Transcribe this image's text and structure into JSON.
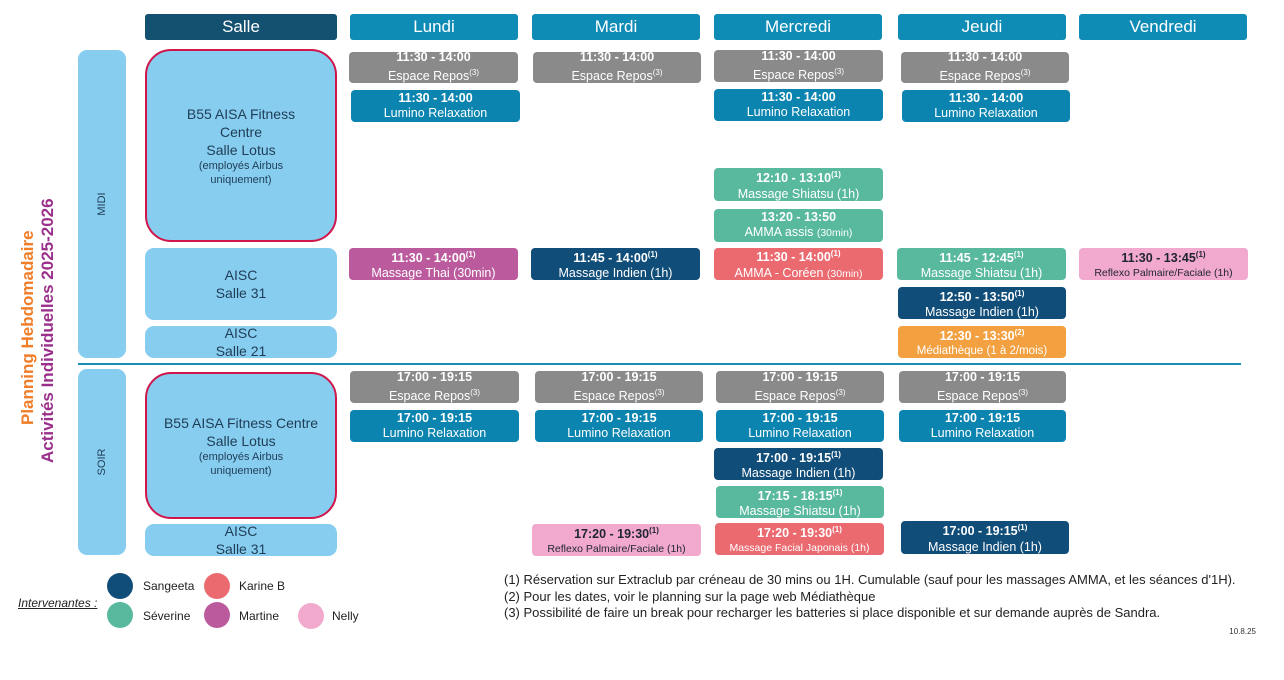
{
  "title": {
    "line1": "Planning Hebdomadaire",
    "line2": "Activités Individuelles 2025-2026",
    "color1": "#f07d27",
    "color2": "#9a2f8c"
  },
  "headers": {
    "salle": "Salle",
    "days": [
      "Lundi",
      "Mardi",
      "Mercredi",
      "Jeudi",
      "Vendredi"
    ]
  },
  "periods": {
    "midi": "MIDI",
    "soir": "SOIR"
  },
  "rooms": {
    "b55_midi": {
      "line1": "B55 AISA Fitness",
      "line2": "Centre",
      "line3": "Salle Lotus",
      "note": "(employés Airbus uniquement)"
    },
    "aisc31_midi": {
      "line1": "AISC",
      "line2": "Salle 31"
    },
    "aisc21": {
      "line1": "AISC",
      "line2": "Salle 21"
    },
    "b55_soir": {
      "line1": "B55 AISA Fitness Centre",
      "line2": "Salle Lotus",
      "note": "(employés Airbus uniquement)"
    },
    "aisc31_soir": {
      "line1": "AISC",
      "line2": "Salle 31"
    }
  },
  "sessions": {
    "lun_repos_m": {
      "time": "11:30 - 14:00",
      "sup": "",
      "name": "Espace Repos",
      "name_sup": "(3)"
    },
    "lun_lumino_m": {
      "time": "11:30 - 14:00",
      "sup": "",
      "name": "Lumino Relaxation",
      "name_sup": ""
    },
    "lun_thai": {
      "time": "11:30 - 14:00",
      "sup": "(1)",
      "name": "Massage Thai (30min)",
      "name_sup": ""
    },
    "lun_repos_s": {
      "time": "17:00 - 19:15",
      "sup": "",
      "name": "Espace Repos",
      "name_sup": "(3)"
    },
    "lun_lumino_s": {
      "time": "17:00 - 19:15",
      "sup": "",
      "name": "Lumino Relaxation",
      "name_sup": ""
    },
    "mar_repos_m": {
      "time": "11:30 - 14:00",
      "sup": "",
      "name": "Espace Repos",
      "name_sup": "(3)"
    },
    "mar_indien_m": {
      "time": "11:45 - 14:00",
      "sup": "(1)",
      "name": "Massage Indien (1h)",
      "name_sup": ""
    },
    "mar_repos_s": {
      "time": "17:00 - 19:15",
      "sup": "",
      "name": "Espace Repos",
      "name_sup": "(3)"
    },
    "mar_lumino_s": {
      "time": "17:00 - 19:15",
      "sup": "",
      "name": "Lumino Relaxation",
      "name_sup": ""
    },
    "mar_reflexo": {
      "time": "17:20 - 19:30",
      "sup": "(1)",
      "name": "Reflexo Palmaire/Faciale (1h)",
      "name_sup": ""
    },
    "mer_repos_m": {
      "time": "11:30 - 14:00",
      "sup": "",
      "name": "Espace Repos",
      "name_sup": "(3)"
    },
    "mer_lumino_m": {
      "time": "11:30 - 14:00",
      "sup": "",
      "name": "Lumino Relaxation",
      "name_sup": ""
    },
    "mer_shiatsu_m": {
      "time": "12:10 - 13:10",
      "sup": "(1)",
      "name": "Massage Shiatsu (1h)",
      "name_sup": ""
    },
    "mer_amma_assis": {
      "time": "13:20 - 13:50",
      "sup": "",
      "name": "AMMA assis",
      "name_small": "(30min)"
    },
    "mer_amma_coreen": {
      "time": "11:30 - 14:00",
      "sup": "(1)",
      "name": "AMMA -  Coréen",
      "name_small": "(30min)"
    },
    "mer_repos_s": {
      "time": "17:00 - 19:15",
      "sup": "",
      "name": "Espace Repos",
      "name_sup": "(3)"
    },
    "mer_lumino_s": {
      "time": "17:00 - 19:15",
      "sup": "",
      "name": "Lumino Relaxation",
      "name_sup": ""
    },
    "mer_indien_s": {
      "time": "17:00 - 19:15",
      "sup": "(1)",
      "name": "Massage Indien (1h)",
      "name_sup": ""
    },
    "mer_shiatsu_s": {
      "time": "17:15 - 18:15",
      "sup": "(1)",
      "name": "Massage Shiatsu (1h)",
      "name_sup": ""
    },
    "mer_facial": {
      "time": "17:20 - 19:30",
      "sup": "(1)",
      "name": "Massage Facial Japonais (1h)",
      "name_sup": ""
    },
    "jeu_repos_m": {
      "time": "11:30 - 14:00",
      "sup": "",
      "name": "Espace Repos",
      "name_sup": "(3)"
    },
    "jeu_lumino_m": {
      "time": "11:30 - 14:00",
      "sup": "",
      "name": "Lumino Relaxation",
      "name_sup": ""
    },
    "jeu_shiatsu_m": {
      "time": "11:45 - 12:45",
      "sup": "(1)",
      "name": "Massage Shiatsu (1h)",
      "name_sup": ""
    },
    "jeu_indien_m": {
      "time": "12:50 - 13:50",
      "sup": "(1)",
      "name": "Massage Indien (1h)",
      "name_sup": ""
    },
    "jeu_mediatheque": {
      "time": "12:30 - 13:30",
      "sup": "(2)",
      "name": "Médiathèque (1 à 2/mois)",
      "name_sup": ""
    },
    "jeu_repos_s": {
      "time": "17:00 - 19:15",
      "sup": "",
      "name": "Espace Repos",
      "name_sup": "(3)"
    },
    "jeu_lumino_s": {
      "time": "17:00 - 19:15",
      "sup": "",
      "name": "Lumino Relaxation",
      "name_sup": ""
    },
    "jeu_indien_s": {
      "time": "17:00 - 19:15",
      "sup": "(1)",
      "name": "Massage Indien (1h)",
      "name_sup": ""
    },
    "ven_reflexo": {
      "time": "11:30 - 13:45",
      "sup": "(1)",
      "name": "Reflexo Palmaire/Faciale (1h)",
      "name_sup": ""
    }
  },
  "legend": {
    "label": "Intervenantes :",
    "people": [
      {
        "name": "Sangeeta",
        "color": "#114d79"
      },
      {
        "name": "Karine B",
        "color": "#ea6a70"
      },
      {
        "name": "Séverine",
        "color": "#59b99e"
      },
      {
        "name": "Martine",
        "color": "#bb5b9e"
      },
      {
        "name": "Nelly",
        "color": "#f1a9cd"
      }
    ]
  },
  "notes": [
    "(1) Réservation sur Extraclub par créneau de 30 mins ou 1H. Cumulable (sauf pour les massages AMMA, et les séances d'1H).",
    "(2) Pour les dates, voir le planning sur la page web Médiathèque",
    "(3) Possibilité de faire un break pour recharger les batteries si place disponible et sur demande auprès de Sandra."
  ],
  "version": "10.8.25"
}
